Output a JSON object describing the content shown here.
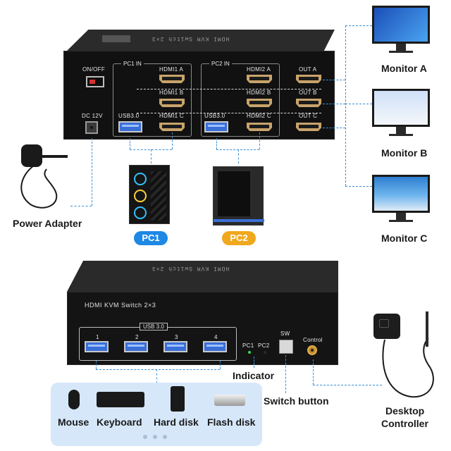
{
  "top_device": {
    "top_text": "HDMI KVM Switch 2×3",
    "power_switch_label": "ON/OFF",
    "dc_label": "DC 12V",
    "pc1_group": {
      "tab": "PC1 IN",
      "ports": [
        "HDMI1 A",
        "HDMI1 B",
        "HDMI1 C"
      ],
      "usb_label": "USB3.0"
    },
    "pc2_group": {
      "tab": "PC2 IN",
      "ports": [
        "HDMI2 A",
        "HDMI2 B",
        "HDMI2 C"
      ],
      "usb_label": "USB3.0"
    },
    "outputs": [
      "OUT A",
      "OUT B",
      "OUT C"
    ]
  },
  "monitors": [
    {
      "label": "Monitor A",
      "screen_color": "#2b6fd6"
    },
    {
      "label": "Monitor B",
      "screen_color": "#e8f0fb"
    },
    {
      "label": "Monitor C",
      "screen_color": "#4a90d8"
    }
  ],
  "power_adapter": {
    "label": "Power Adapter"
  },
  "pcs": [
    {
      "label": "PC1",
      "pill_color": "#1e88e5",
      "fan_color": "#33c0ff"
    },
    {
      "label": "PC2",
      "pill_color": "#f0a81e",
      "accent_color": "#3a70d8"
    }
  ],
  "bottom_device": {
    "top_text": "HDMI KVM Switch 2×3",
    "front_title": "HDMI KVM Switch 2×3",
    "usb_group_label": "USB 3.0",
    "usb_ports": [
      "1",
      "2",
      "3",
      "4"
    ],
    "pc1_led": "PC1",
    "pc2_led": "PC2",
    "sw_label": "SW",
    "control_label": "Control"
  },
  "callouts": {
    "indicator": "Indicator",
    "switch_button": "Switch button",
    "desktop_controller_line1": "Desktop",
    "desktop_controller_line2": "Controller"
  },
  "peripherals": [
    "Mouse",
    "Keyboard",
    "Hard disk",
    "Flash disk"
  ],
  "colors": {
    "accent_blue": "#3a8fd6",
    "panel_bg": "#d6e7fa",
    "hdmi_gold": "#c9a46a",
    "usb_blue": "#3a6fd8"
  }
}
